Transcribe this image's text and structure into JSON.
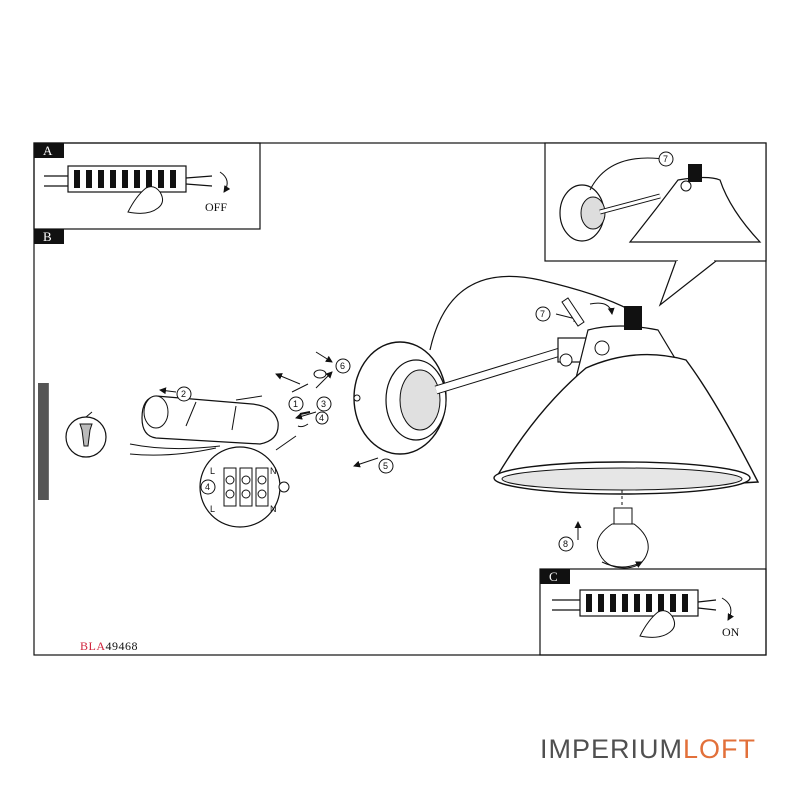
{
  "panels": {
    "a": {
      "letter": "A",
      "action": "OFF"
    },
    "b": {
      "letter": "B"
    },
    "c": {
      "letter": "C",
      "action": "ON"
    }
  },
  "steps": [
    "1",
    "2",
    "3",
    "4",
    "5",
    "6",
    "7",
    "8"
  ],
  "terminal_block": {
    "labels": [
      "L",
      "L",
      "N",
      "N"
    ]
  },
  "model": {
    "prefix": "BLA",
    "code": "49468"
  },
  "branding": {
    "part1": "IMPERIUM",
    "part2": "LOFT",
    "color1": "#505050",
    "color2": "#e2703a"
  }
}
